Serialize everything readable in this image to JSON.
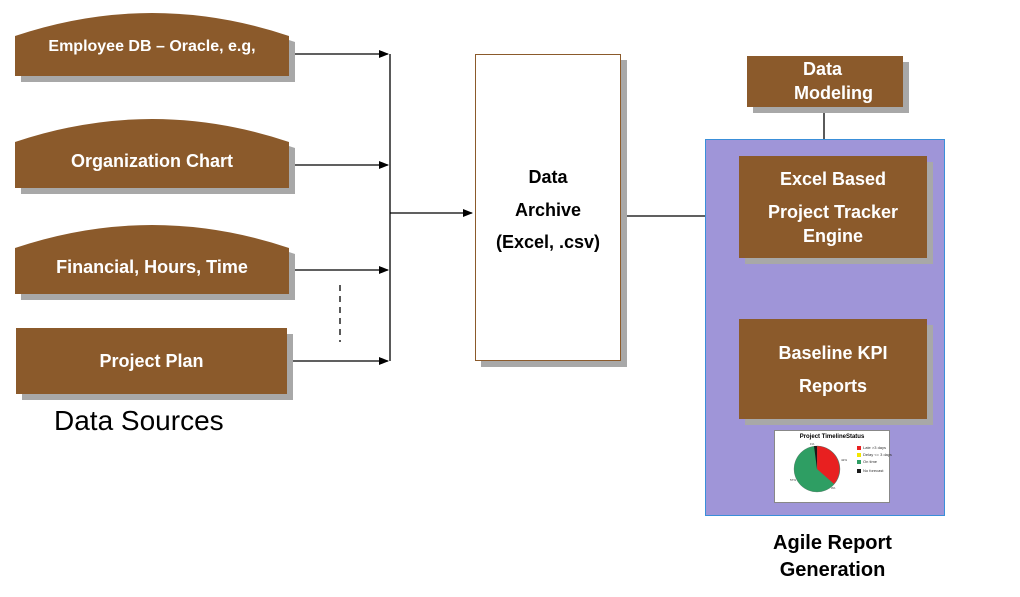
{
  "sources": {
    "employee_db": "Employee DB – Oracle, e.g,",
    "org_chart": "Organization Chart",
    "financial": "Financial, Hours, Time",
    "project_plan": "Project Plan",
    "caption": "Data Sources"
  },
  "archive": {
    "line1": "Data",
    "line2": "Archive",
    "line3": "(Excel, .csv)"
  },
  "modeling": {
    "line1": "Data",
    "line2": "Modeling"
  },
  "engine": {
    "line1": "Excel Based",
    "line2": "Project Tracker",
    "line3": "Engine"
  },
  "kpi": {
    "line1": "Baseline KPI",
    "line2": "Reports"
  },
  "report_panel": {
    "caption_line1": "Agile Report",
    "caption_line2": "Generation"
  },
  "mini_chart": {
    "title": "Project TimelineStatus",
    "legend": [
      {
        "label": "Late >3 days",
        "color": "#e82020"
      },
      {
        "label": "Delay <= 3 days",
        "color": "#f2e600"
      },
      {
        "label": "On time",
        "color": "#2e9e63"
      },
      {
        "label": "No forecast",
        "color": "#1a1a1a"
      }
    ]
  },
  "colors": {
    "box_fill": "#8b5a2b",
    "panel_fill": "#9f95d8",
    "panel_border": "#3a8fd9",
    "shadow": "#a8a8a8"
  }
}
